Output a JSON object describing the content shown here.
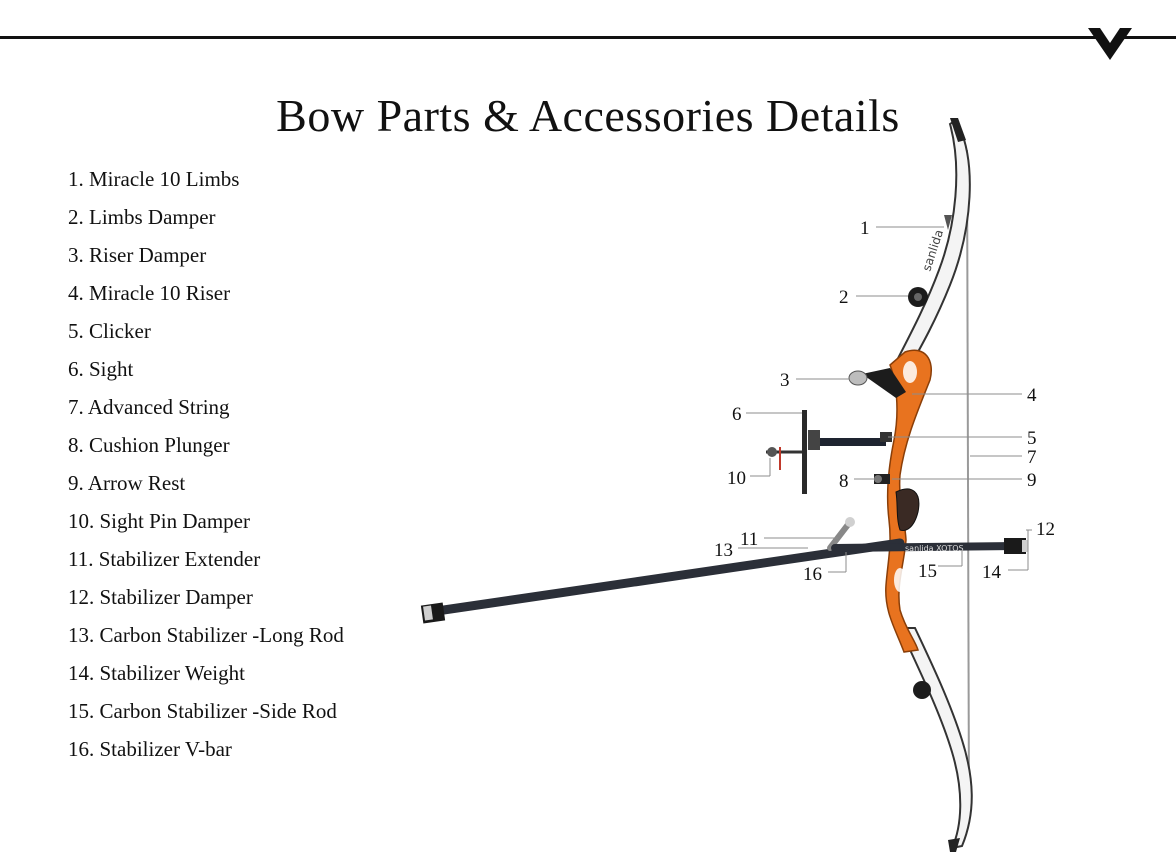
{
  "title": "Bow Parts & Accessories Details",
  "parts": [
    "1. Miracle 10 Limbs",
    "2. Limbs Damper",
    "3. Riser Damper",
    "4. Miracle 10 Riser",
    "5. Clicker",
    "6. Sight",
    "7. Advanced String",
    "8. Cushion Plunger",
    "9. Arrow Rest",
    "10. Sight Pin Damper",
    "11. Stabilizer Extender",
    "12. Stabilizer Damper",
    "13. Carbon Stabilizer -Long Rod",
    "14. Stabilizer Weight",
    "15. Carbon Stabilizer -Side Rod",
    "16. Stabilizer V-bar"
  ],
  "callouts": {
    "c1": "1",
    "c2": "2",
    "c3": "3",
    "c4": "4",
    "c5": "5",
    "c6": "6",
    "c7": "7",
    "c8": "8",
    "c9": "9",
    "c10": "10",
    "c11": "11",
    "c12": "12",
    "c13": "13",
    "c14": "14",
    "c15": "15",
    "c16": "16"
  },
  "colors": {
    "riser": "#e8731f",
    "limb": "#f4f4f4",
    "carbon": "#2b2f38",
    "text": "#111111"
  }
}
